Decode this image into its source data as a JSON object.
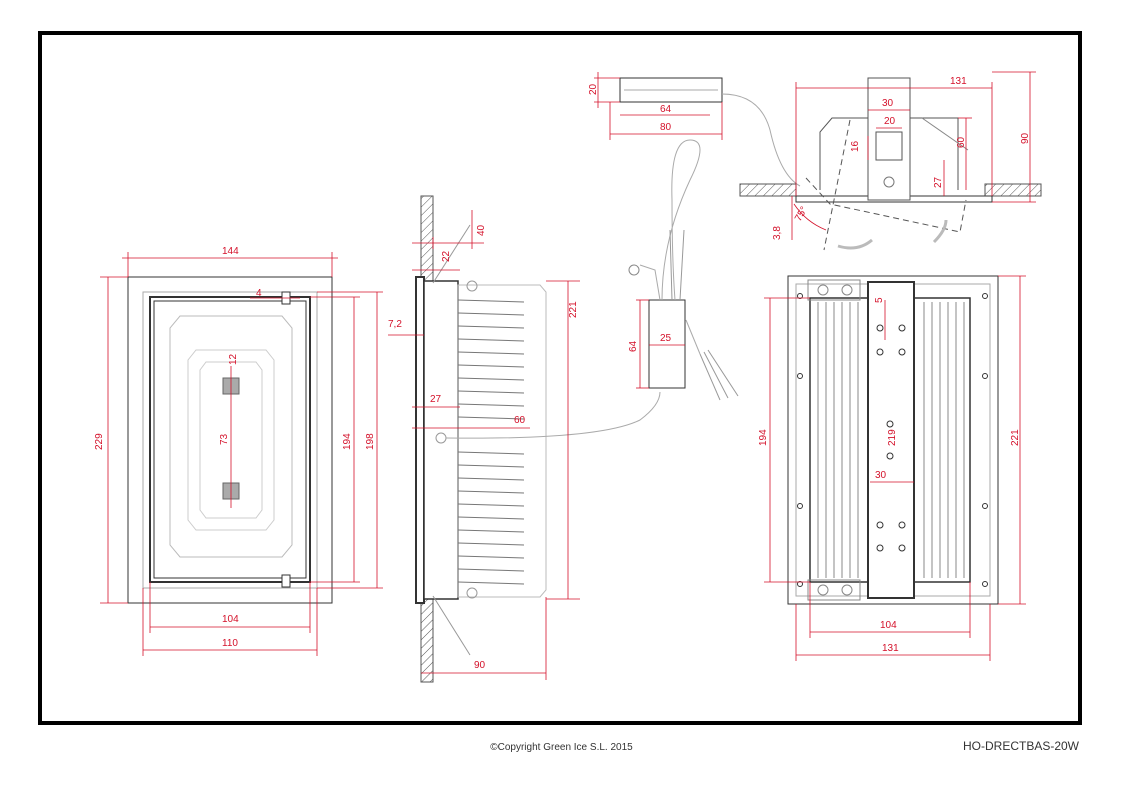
{
  "footer": {
    "copyright": "©Copyright Green Ice S.L. 2015",
    "code": "HO-DRECTBAS-20W"
  },
  "colors": {
    "dimension": "#d4112a",
    "line": "#333333",
    "frame": "#000000"
  },
  "front_view": {
    "width_outer": "144",
    "height_outer": "229",
    "height_inner": "194",
    "height_frame": "198",
    "clip": "4",
    "led_size": "12",
    "led_pitch": "73",
    "width_bottom_inner": "104",
    "width_bottom_outer": "110"
  },
  "side_view": {
    "wall_depth": "40",
    "flange": "22",
    "lip": "7,2",
    "height": "221",
    "body_depth": "27",
    "cable_offset": "60",
    "total_depth": "90"
  },
  "driver": {
    "width": "25",
    "height": "64",
    "top_height": "20",
    "top_inner": "64",
    "top_length": "80"
  },
  "section_view": {
    "width": "131",
    "bracket_width": "30",
    "inner": "20",
    "h16": "16",
    "height": "60",
    "total_height": "90",
    "offset": "27",
    "ceiling": "3,8",
    "angle": "75°"
  },
  "rear_view": {
    "spacing": "5",
    "rail_holes": "219",
    "height": "194",
    "height_outer": "221",
    "rail": "30",
    "width_inner": "104",
    "width_outer": "131"
  }
}
